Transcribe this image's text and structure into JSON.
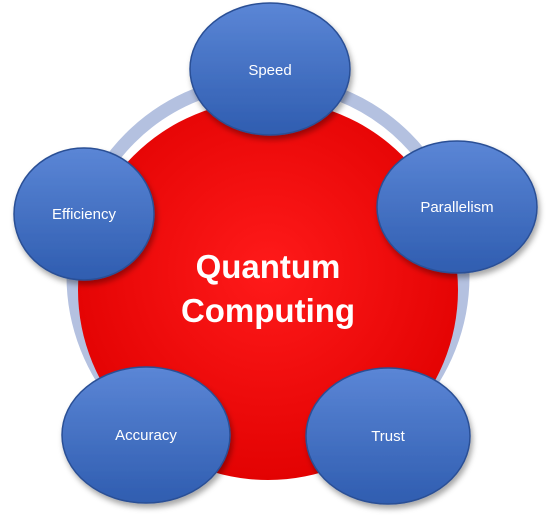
{
  "diagram": {
    "center": {
      "lines": [
        "Quantum",
        "Computing"
      ],
      "fill": "#FF0000",
      "text_color": "#FFFFFF"
    },
    "nodes": [
      {
        "id": "speed",
        "label": "Speed"
      },
      {
        "id": "parallelism",
        "label": "Parallelism"
      },
      {
        "id": "trust",
        "label": "Trust"
      },
      {
        "id": "accuracy",
        "label": "Accuracy"
      },
      {
        "id": "efficiency",
        "label": "Efficiency"
      }
    ],
    "colors": {
      "node_fill_top": "#5B86D6",
      "node_fill_bottom": "#2F5DB0",
      "node_stroke": "#2A4F95",
      "node_text": "#FFFFFF",
      "ring": "#B4C1E0"
    }
  }
}
